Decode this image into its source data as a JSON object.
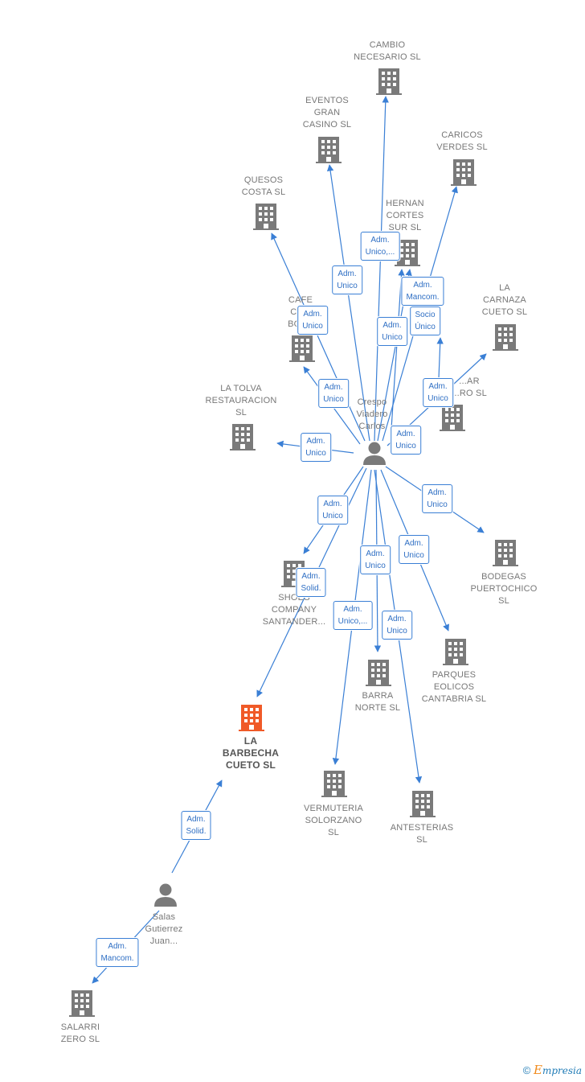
{
  "companies": [
    {
      "id": "cambio",
      "label": "CAMBIO\nNECESARIO SL"
    },
    {
      "id": "eventos",
      "label": "EVENTOS\nGRAN\nCASINO  SL"
    },
    {
      "id": "caricos",
      "label": "CARICOS\nVERDES  SL"
    },
    {
      "id": "quesos",
      "label": "QUESOS\nCOSTA  SL"
    },
    {
      "id": "hernan",
      "label": "HERNAN\nCORTES\nSUR  SL"
    },
    {
      "id": "cafe",
      "label": "CAFE\nCE...\nBOT..."
    },
    {
      "id": "carnaza",
      "label": "LA\nCARNAZA\nCUETO  SL"
    },
    {
      "id": "tolva",
      "label": "LA TOLVA\nRESTAURACION\nSL"
    },
    {
      "id": "azar",
      "label": "...AR\n...RO  SL"
    },
    {
      "id": "shoes",
      "label": "SHOES\nCOMPANY\nSANTANDER..."
    },
    {
      "id": "bodegas",
      "label": "BODEGAS\nPUERTOCHICO\nSL"
    },
    {
      "id": "parques",
      "label": "PARQUES\nEOLICOS\nCANTABRIA SL"
    },
    {
      "id": "barra",
      "label": "BARRA\nNORTE SL"
    },
    {
      "id": "barbecha",
      "label": "LA\nBARBECHA\nCUETO  SL"
    },
    {
      "id": "vermuteria",
      "label": "VERMUTERIA\nSOLORZANO\nSL"
    },
    {
      "id": "antesterias",
      "label": "ANTESTERIAS\nSL"
    },
    {
      "id": "salarri",
      "label": "SALARRI\nZERO  SL"
    }
  ],
  "persons": [
    {
      "id": "crespo",
      "label": "Crespo\nViadero\nCarlos"
    },
    {
      "id": "salas",
      "label": "Salas\nGutierrez\nJuan..."
    }
  ],
  "roles": [
    {
      "id": "r_cambio",
      "label": "Adm.\nUnico,..."
    },
    {
      "id": "r_eventos",
      "label": "Adm.\nUnico"
    },
    {
      "id": "r_caricos",
      "label": "Adm.\nMancom."
    },
    {
      "id": "r_socio",
      "label": "Socio\nÚnico"
    },
    {
      "id": "r_hernan",
      "label": "Adm.\nUnico"
    },
    {
      "id": "r_quesos",
      "label": "Adm.\nUnico"
    },
    {
      "id": "r_cafe",
      "label": "Adm.\nUnico"
    },
    {
      "id": "r_carnaza",
      "label": "Adm.\nUnico"
    },
    {
      "id": "r_azar",
      "label": "Adm.\nUnico"
    },
    {
      "id": "r_tolva",
      "label": "Adm.\nUnico"
    },
    {
      "id": "r_shoes",
      "label": "Adm.\nUnico"
    },
    {
      "id": "r_bodegas",
      "label": "Adm.\nUnico"
    },
    {
      "id": "r_barbecha_c",
      "label": "Adm.\nSolid."
    },
    {
      "id": "r_barra",
      "label": "Adm.\nUnico"
    },
    {
      "id": "r_parques",
      "label": "Adm.\nUnico"
    },
    {
      "id": "r_vermuteria",
      "label": "Adm.\nUnico,..."
    },
    {
      "id": "r_antesterias",
      "label": "Adm.\nUnico"
    },
    {
      "id": "r_barbecha_s",
      "label": "Adm.\nSolid."
    },
    {
      "id": "r_salarri",
      "label": "Adm.\nMancom."
    }
  ],
  "footer": {
    "copyright": "©",
    "brand_initial": "E",
    "brand_rest": "mpresia"
  },
  "colors": {
    "edge": "#3a7fd5",
    "building": "#7a7a7a",
    "highlight": "#f05a28",
    "person": "#7a7a7a"
  }
}
